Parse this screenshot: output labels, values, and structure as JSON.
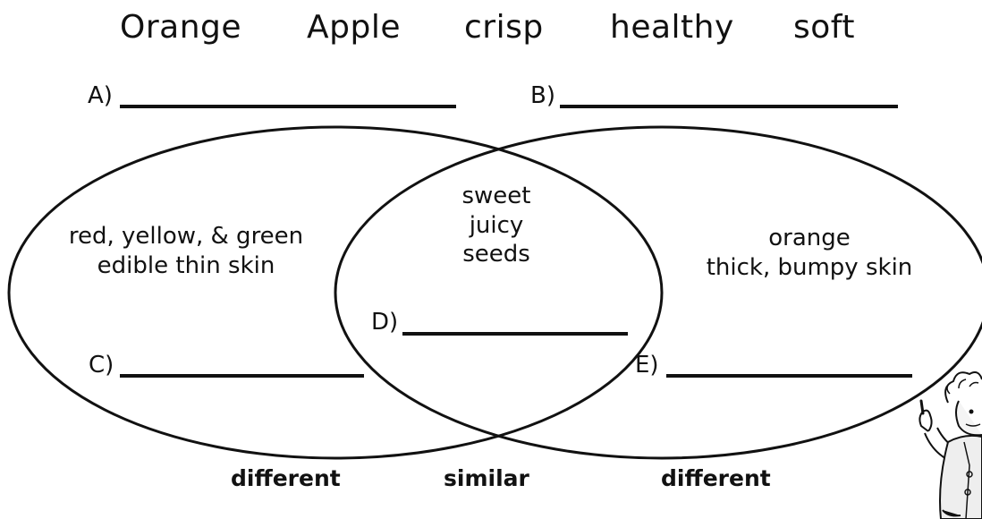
{
  "word_bank": [
    "Orange",
    "Apple",
    "crisp",
    "healthy",
    "soft"
  ],
  "blanks": {
    "a": "A)",
    "b": "B)",
    "c": "C)",
    "d": "D)",
    "e": "E)"
  },
  "left_region": [
    "red, yellow, & green",
    "edible thin skin"
  ],
  "center_region": [
    "sweet",
    "juicy",
    "seeds"
  ],
  "right_region": [
    "orange",
    "thick, bumpy skin"
  ],
  "footer": {
    "left": "different",
    "center": "similar",
    "right": "different"
  }
}
